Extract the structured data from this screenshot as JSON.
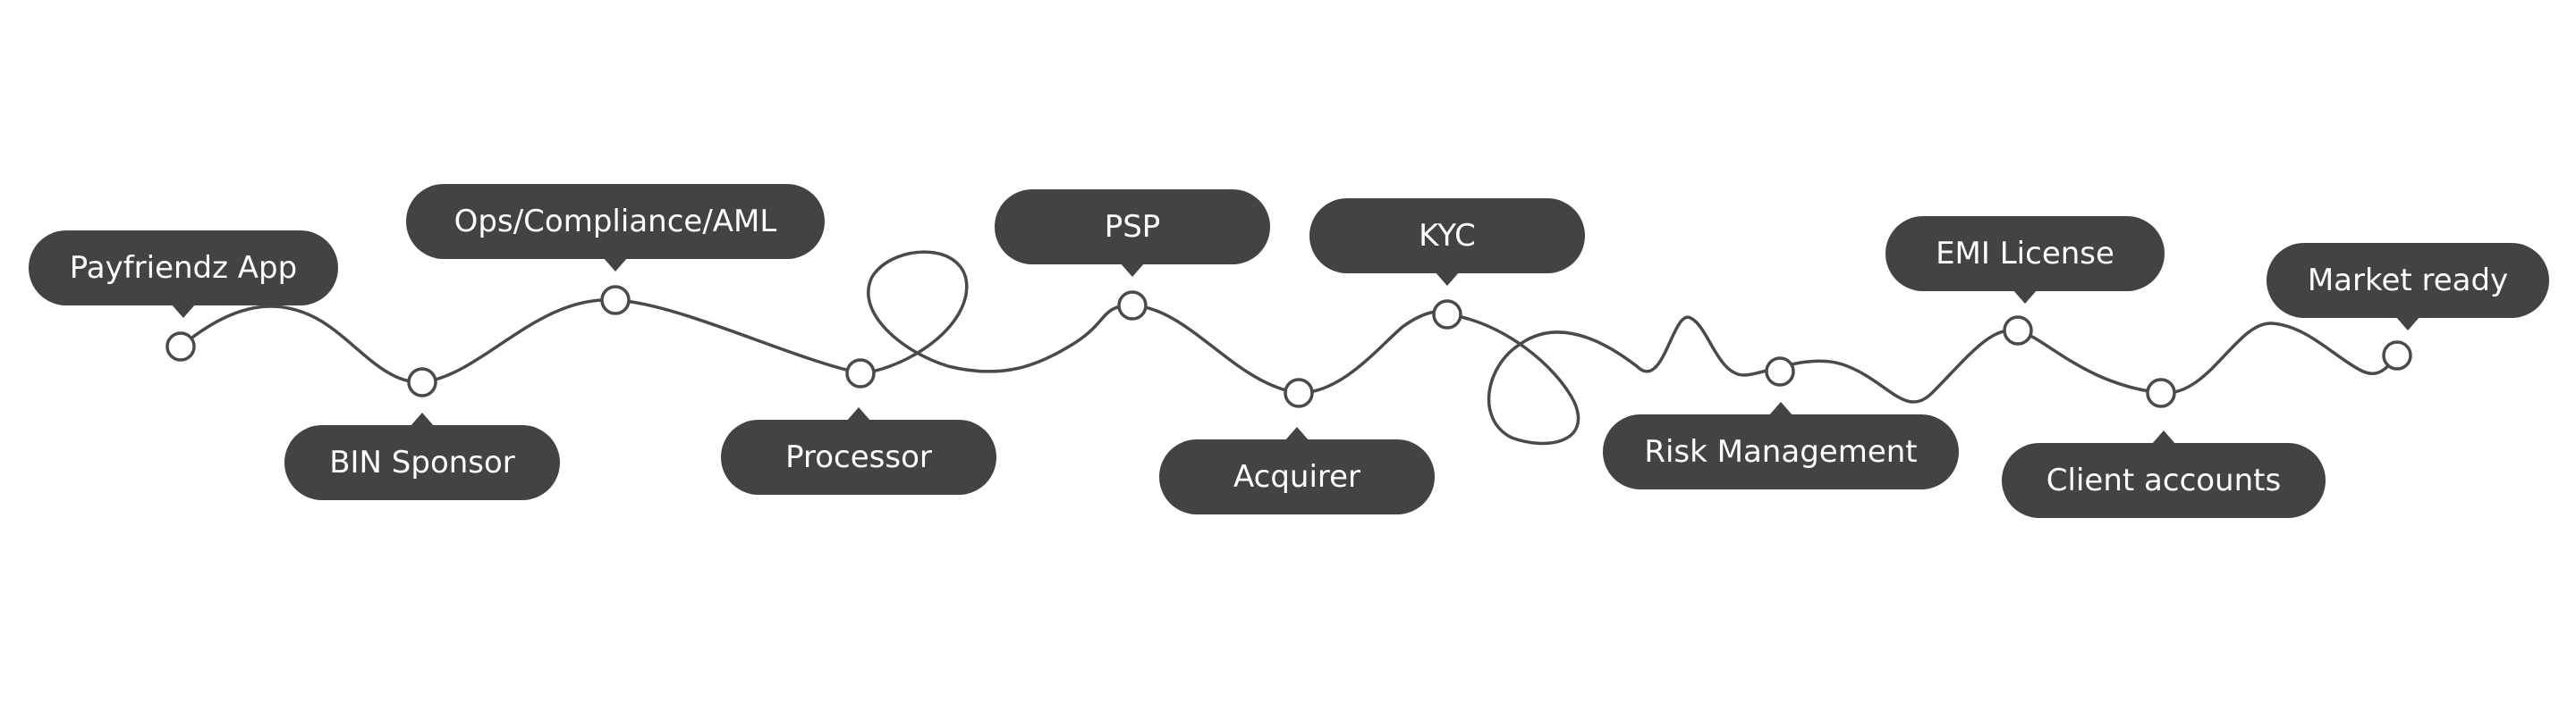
{
  "milestones": [
    {
      "label": "Payfriendz App"
    },
    {
      "label": "BIN Sponsor"
    },
    {
      "label": "Ops/Compliance/AML"
    },
    {
      "label": "Processor"
    },
    {
      "label": "PSP"
    },
    {
      "label": "Acquirer"
    },
    {
      "label": "KYC"
    },
    {
      "label": "Risk Management"
    },
    {
      "label": "EMI License"
    },
    {
      "label": "Client accounts"
    },
    {
      "label": "Market ready"
    }
  ],
  "colors": {
    "bubble": "#434343",
    "line": "#4a4a4a",
    "text": "#ffffff",
    "background": "#ffffff"
  }
}
